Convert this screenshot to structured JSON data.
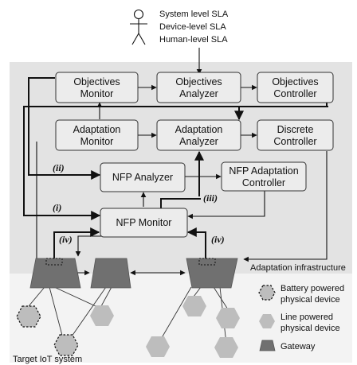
{
  "actor": {
    "slas": [
      "System level SLA",
      "Device-level SLA",
      "Human-level SLA"
    ]
  },
  "boxes": {
    "objectives_monitor": [
      "Objectives",
      "Monitor"
    ],
    "objectives_analyzer": [
      "Objectives",
      "Analyzer"
    ],
    "objectives_controller": [
      "Objectives",
      "Controller"
    ],
    "adaptation_monitor": [
      "Adaptation",
      "Monitor"
    ],
    "adaptation_analyzer": [
      "Adaptation",
      "Analyzer"
    ],
    "discrete_controller": [
      "Discrete",
      "Controller"
    ],
    "nfp_analyzer": "NFP Analyzer",
    "nfp_adaptation_controller": [
      "NFP Adaptation",
      "Controller"
    ],
    "nfp_monitor": "NFP Monitor"
  },
  "paths": {
    "i": "(i)",
    "ii": "(ii)",
    "iii": "(iii)",
    "iv": "(iv)"
  },
  "regions": {
    "adaptation_infrastructure": "Adaptation infrastructure",
    "target_system": "Target IoT system"
  },
  "legend": {
    "battery": [
      "Battery powered",
      "physical device"
    ],
    "line": [
      "Line powered",
      "physical device"
    ],
    "gateway": "Gateway"
  },
  "colors": {
    "infrastructure_bg": "#e3e3e3",
    "target_bg": "#f3f3f3",
    "box_fill": "#ececec",
    "gateway": "#707070",
    "device": "#bdbdbd"
  }
}
